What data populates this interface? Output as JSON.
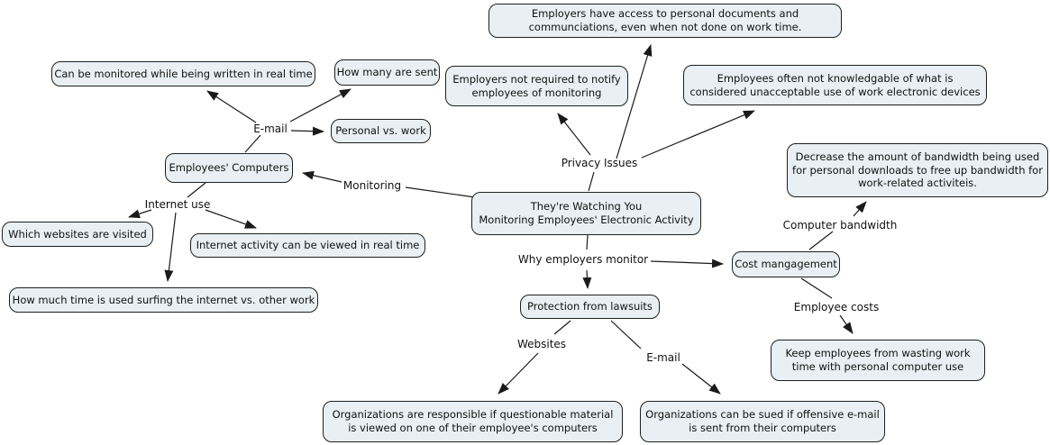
{
  "diagram": {
    "type": "concept-map",
    "colors": {
      "background": "#ffffff",
      "node_fill": "#e9eff2",
      "node_border": "#1f1f1f",
      "line": "#1a1a1a",
      "text": "#111111"
    },
    "central": {
      "line1": "They're Watching You",
      "line2": "Monitoring Employees' Electronic Activity"
    },
    "nodes": {
      "employers_access": "Employers have access to personal documents and communciations, even when not done on work time.",
      "can_be_monitored": "Can be monitored while being written in real time",
      "how_many_sent": "How many are sent",
      "not_required_notify": "Employers not required to notify employees of monitoring",
      "not_knowledgable": "Employees often not knowledgable of what is considered unacceptable use of work electronic devices",
      "personal_vs_work": "Personal vs. work",
      "employees_computers": "Employees' Computers",
      "decrease_bandwidth": "Decrease the amount of bandwidth being used for personal downloads to free up bandwidth for work-related activiteis.",
      "which_websites": "Which websites are visited",
      "internet_activity": "Internet activity can be viewed in real time",
      "cost_management": "Cost mangagement",
      "how_much_time": "How much time is used surfing the internet vs. other work",
      "protection_lawsuits": "Protection from lawsuits",
      "keep_employees": "Keep employees from wasting work time with personal computer use",
      "org_responsible": "Organizations are responsible if questionable material is viewed on one of their employee's computers",
      "org_sued": "Organizations can be sued if offensive e-mail is sent from their computers"
    },
    "labels": {
      "email_top": "E-mail",
      "monitoring": "Monitoring",
      "internet_use": "Internet use",
      "privacy_issues": "Privacy Issues",
      "why_monitor": "Why employers monitor",
      "computer_bandwidth": "Computer bandwidth",
      "employee_costs": "Employee costs",
      "websites": "Websites",
      "email_bottom": "E-mail"
    },
    "edges": [
      {
        "from": "email_top",
        "to": "can_be_monitored",
        "arrow": true
      },
      {
        "from": "email_top",
        "to": "how_many_sent",
        "arrow": true
      },
      {
        "from": "email_top",
        "to": "personal_vs_work",
        "arrow": true
      },
      {
        "from": "employees_computers",
        "to": "email_top",
        "arrow": false
      },
      {
        "from": "employees_computers",
        "to": "internet_use",
        "arrow": false
      },
      {
        "from": "internet_use",
        "to": "which_websites",
        "arrow": true
      },
      {
        "from": "internet_use",
        "to": "internet_activity",
        "arrow": true
      },
      {
        "from": "internet_use",
        "to": "how_much_time",
        "arrow": true
      },
      {
        "from": "central",
        "via": "monitoring",
        "to": "employees_computers",
        "arrow": true
      },
      {
        "from": "central",
        "to": "privacy_issues",
        "arrow": false
      },
      {
        "from": "privacy_issues",
        "to": "not_required_notify",
        "arrow": true
      },
      {
        "from": "privacy_issues",
        "to": "employers_access",
        "arrow": true
      },
      {
        "from": "privacy_issues",
        "to": "not_knowledgable",
        "arrow": true
      },
      {
        "from": "central",
        "to": "why_monitor",
        "arrow": false
      },
      {
        "from": "why_monitor",
        "to": "cost_management",
        "arrow": true
      },
      {
        "from": "why_monitor",
        "to": "protection_lawsuits",
        "arrow": true
      },
      {
        "from": "cost_management",
        "via": "computer_bandwidth",
        "to": "decrease_bandwidth",
        "arrow": true
      },
      {
        "from": "cost_management",
        "via": "employee_costs",
        "to": "keep_employees",
        "arrow": true
      },
      {
        "from": "protection_lawsuits",
        "via": "websites",
        "to": "org_responsible",
        "arrow": true
      },
      {
        "from": "protection_lawsuits",
        "via": "email_bottom",
        "to": "org_sued",
        "arrow": true
      }
    ]
  }
}
